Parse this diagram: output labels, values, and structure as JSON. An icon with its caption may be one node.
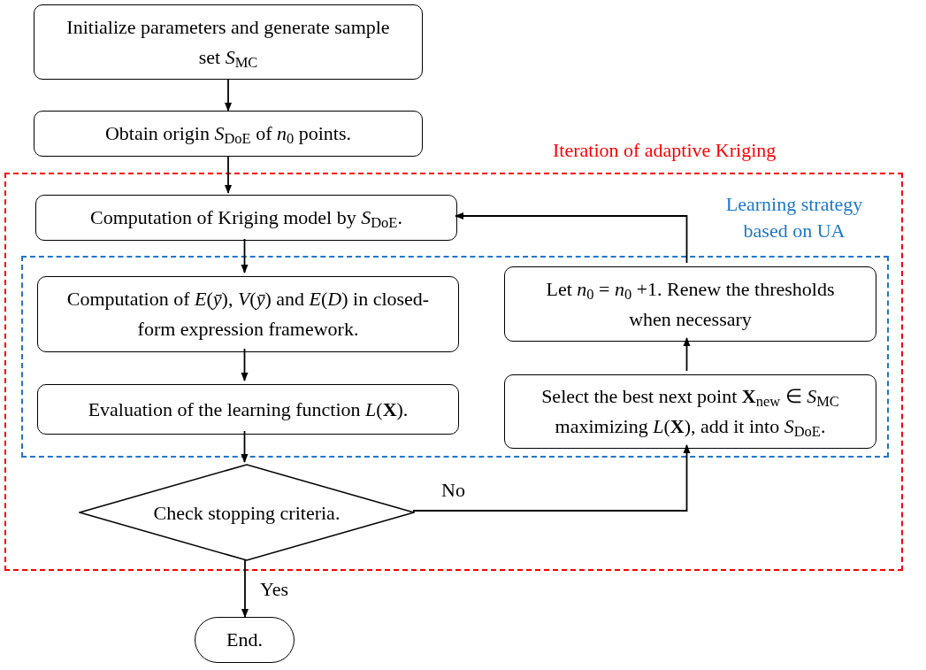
{
  "diagram": {
    "nodes": [
      {
        "text": [
          "Initialize parameters and generate sample set *S*$_{MC}$"
        ]
      },
      {
        "text": [
          "Obtain origin *S*$_{DoE}$ of *n*$_{0}$ points."
        ]
      },
      {
        "text": [
          "Iteration of adaptive Kriging"
        ]
      },
      {
        "text": [
          "Computation of Kriging model by *S*$_{DoE}$."
        ],
        "in": 2
      },
      {
        "text": [
          "Learning strategy based on UA"
        ],
        "in": 2
      },
      {
        "text": [
          "Computation of *E*(*ȳ*), *V*(*ȳ*) and *E*(*D*) in closed-form expression framework."
        ],
        "in": 4
      },
      {
        "text": [
          "Let *n*$_{0}$ = *n*$_{0}$ +1. Renew the thresholds when necessary"
        ],
        "in": 4
      },
      {
        "text": [
          "Evaluation of the learning function *L*(**X**)."
        ],
        "in": 4
      },
      {
        "text": [
          "Select the best next point **X**$_{new}$ ∈ *S*$_{MC}$ maximizing *L*(**X**), add it into *S*$_{DoE}$."
        ],
        "in": 4
      },
      {
        "text": [
          "Check stopping criteria."
        ],
        "in": 2
      },
      {
        "text": [
          "End."
        ]
      }
    ],
    "edges": [
      {
        "from": 0,
        "to": 1,
        "arrow": "to"
      },
      {
        "from": 1,
        "to": 3,
        "arrow": "to"
      },
      {
        "from": 3,
        "to": 5,
        "arrow": "to"
      },
      {
        "from": 5,
        "to": 7,
        "arrow": "to"
      },
      {
        "from": 7,
        "to": 9,
        "arrow": "to"
      },
      {
        "from": 9,
        "to": 8,
        "arrow": "to",
        "label": "No"
      },
      {
        "from": 8,
        "to": 6,
        "arrow": "to"
      },
      {
        "from": 6,
        "to": 3,
        "arrow": "to"
      },
      {
        "from": 9,
        "to": 10,
        "arrow": "to",
        "label": "Yes"
      }
    ]
  }
}
